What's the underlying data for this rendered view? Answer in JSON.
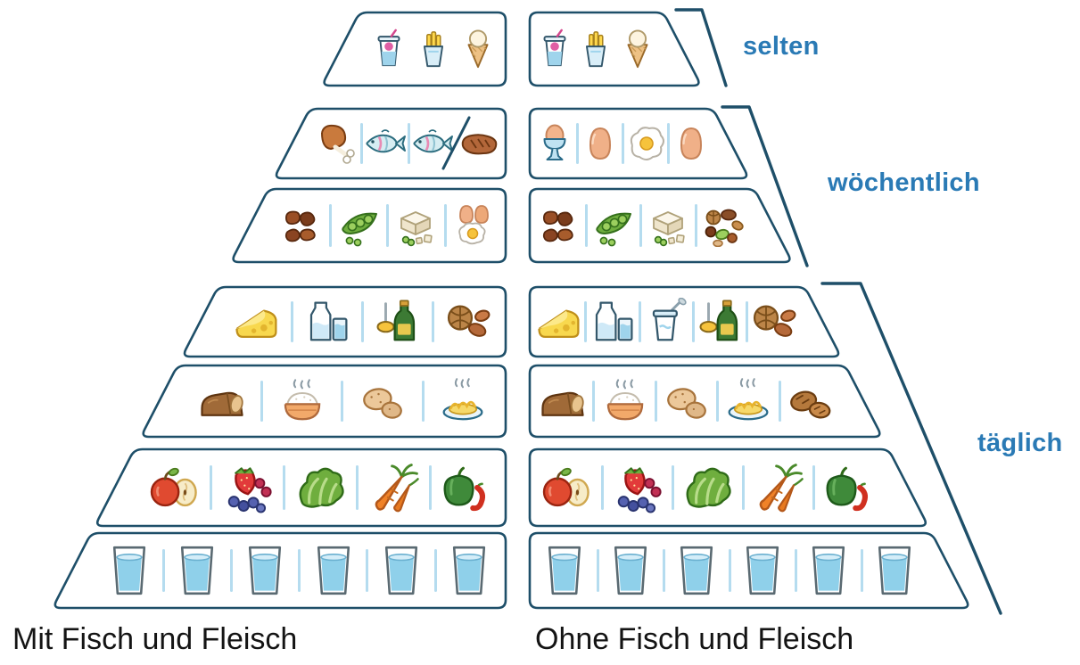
{
  "captions": {
    "left": "Mit Fisch und Fleisch",
    "right": "Ohne Fisch und Fleisch"
  },
  "frequency_labels": {
    "selten": "selten",
    "woechentlich": "wöchentlich",
    "taeglich": "täglich"
  },
  "colors": {
    "outline": "#1e4f69",
    "label_text": "#2a7ab5",
    "divider": "#b5dcef",
    "background": "#ffffff"
  },
  "pyramid": {
    "levels": [
      {
        "id": "sweets-snacks",
        "frequency": "selten",
        "dividers": false,
        "left": [
          "soft-drink",
          "fries",
          "ice-cream-cone"
        ],
        "right": [
          "soft-drink",
          "fries",
          "ice-cream-cone"
        ]
      },
      {
        "id": "meat-fish-or-eggs",
        "frequency": "wöchentlich",
        "left": [
          "chicken-drumstick",
          "fish",
          "fish",
          "steak"
        ],
        "left_special_divider": {
          "after_index": 2,
          "type": "diagonal"
        },
        "right": [
          "egg-in-cup",
          "egg",
          "fried-egg",
          "egg"
        ]
      },
      {
        "id": "legumes-tofu-nuts",
        "frequency": "wöchentlich",
        "left": [
          "kidney-beans",
          "pea-pod",
          "tofu",
          "eggs-with-fried-egg"
        ],
        "right": [
          "kidney-beans",
          "pea-pod",
          "tofu",
          "mixed-nuts"
        ]
      },
      {
        "id": "dairy-and-oils",
        "frequency": "täglich",
        "left": [
          "cheese",
          "milk-and-glass",
          "oil-and-spoon",
          "walnuts"
        ],
        "right": [
          "cheese",
          "milk-and-glass",
          "yogurt",
          "oil-and-spoon",
          "walnuts"
        ]
      },
      {
        "id": "grains-potatoes",
        "frequency": "täglich",
        "left": [
          "bread",
          "rice-bowl",
          "potatoes",
          "pasta"
        ],
        "right": [
          "bread",
          "rice-bowl",
          "potatoes",
          "pasta",
          "bread-rolls"
        ]
      },
      {
        "id": "fruits-vegetables",
        "frequency": "täglich",
        "left": [
          "apple",
          "berries",
          "lettuce",
          "carrots",
          "bell-pepper"
        ],
        "right": [
          "apple",
          "berries",
          "lettuce",
          "carrots",
          "bell-pepper"
        ]
      },
      {
        "id": "water",
        "frequency": "täglich",
        "left": [
          "water-glass",
          "water-glass",
          "water-glass",
          "water-glass",
          "water-glass",
          "water-glass"
        ],
        "right": [
          "water-glass",
          "water-glass",
          "water-glass",
          "water-glass",
          "water-glass",
          "water-glass"
        ]
      }
    ]
  }
}
